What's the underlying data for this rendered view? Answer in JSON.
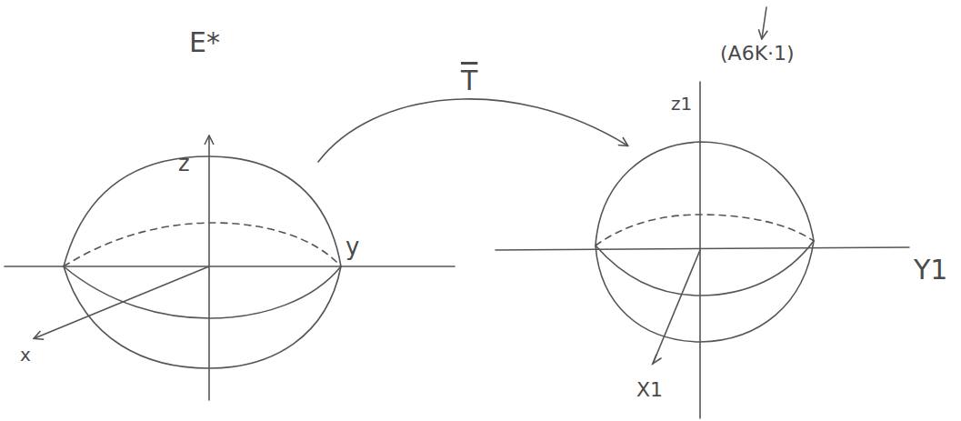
{
  "diagram": {
    "labels": [
      "E*",
      "z",
      "y",
      "x",
      "T",
      "z1",
      "(A6K·1)",
      "Y1",
      "X1"
    ]
  }
}
